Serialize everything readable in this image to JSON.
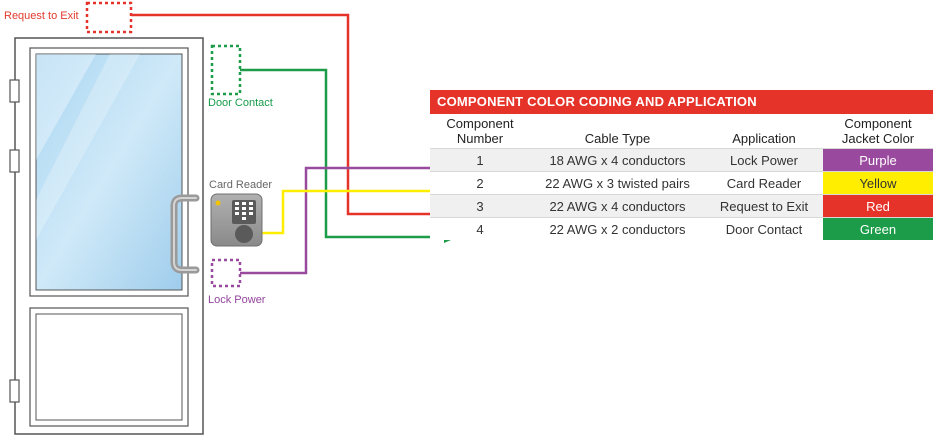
{
  "labels": {
    "request_to_exit": "Request to Exit",
    "door_contact": "Door Contact",
    "card_reader": "Card Reader",
    "lock_power": "Lock Power"
  },
  "table": {
    "title": "COMPONENT COLOR CODING AND APPLICATION",
    "headers": {
      "component_number": [
        "Component",
        "Number"
      ],
      "cable_type": "Cable Type",
      "application": "Application",
      "jacket_color": [
        "Component",
        "Jacket Color"
      ]
    },
    "rows": [
      {
        "number": "1",
        "cable": "18 AWG x 4 conductors",
        "application": "Lock Power",
        "jacket": "Purple",
        "color": "#9a4a9e",
        "text_color": "#ffffff"
      },
      {
        "number": "2",
        "cable": "22 AWG x 3 twisted pairs",
        "application": "Card Reader",
        "jacket": "Yellow",
        "color": "#ffee00",
        "text_color": "#333333"
      },
      {
        "number": "3",
        "cable": "22 AWG x 4 conductors",
        "application": "Request to Exit",
        "jacket": "Red",
        "color": "#e5332a",
        "text_color": "#ffffff"
      },
      {
        "number": "4",
        "cable": "22 AWG x 2 conductors",
        "application": "Door Contact",
        "jacket": "Green",
        "color": "#1c9c48",
        "text_color": "#ffffff"
      }
    ]
  },
  "colors": {
    "red": "#e5332a",
    "green": "#1c9c48",
    "yellow": "#ffee00",
    "purple": "#9a4a9e",
    "door_outline": "#555555"
  }
}
